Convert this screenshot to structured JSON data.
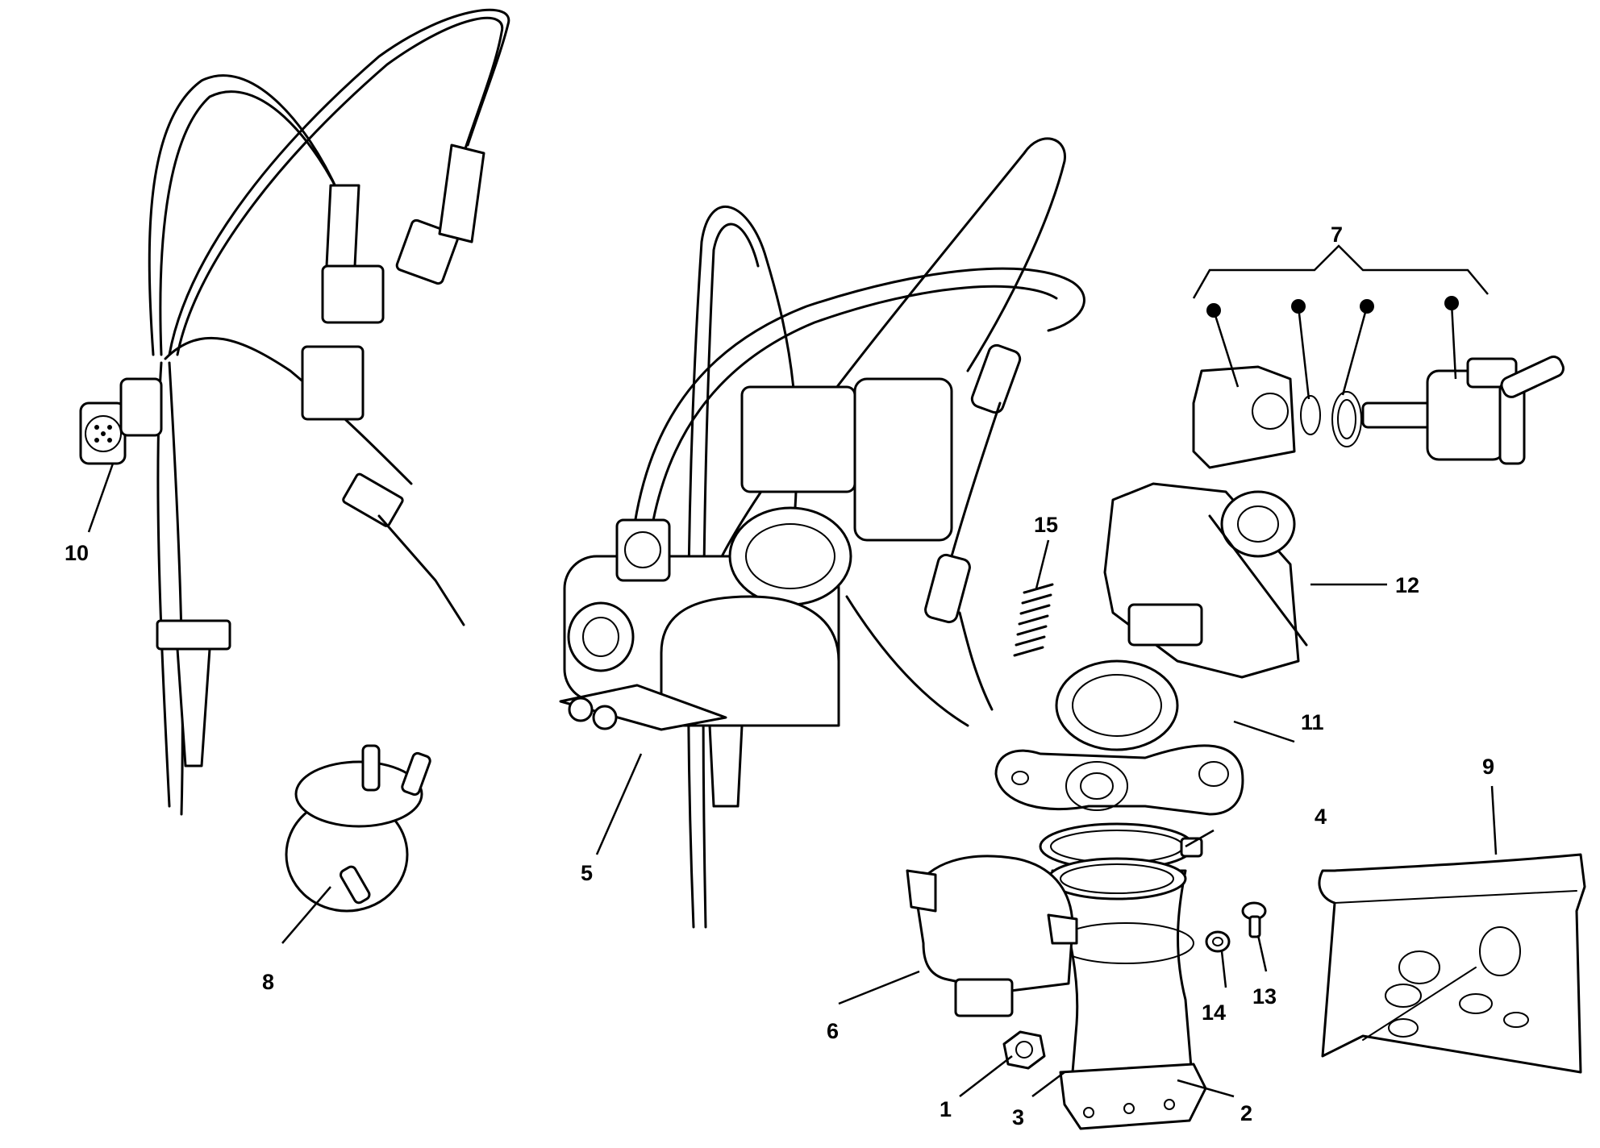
{
  "callouts": [
    {
      "id": "1",
      "label": "1"
    },
    {
      "id": "2",
      "label": "2"
    },
    {
      "id": "3",
      "label": "3"
    },
    {
      "id": "4",
      "label": "4"
    },
    {
      "id": "5",
      "label": "5"
    },
    {
      "id": "6",
      "label": "6"
    },
    {
      "id": "7",
      "label": "7"
    },
    {
      "id": "8",
      "label": "8"
    },
    {
      "id": "9",
      "label": "9"
    },
    {
      "id": "10",
      "label": "10"
    },
    {
      "id": "11",
      "label": "11"
    },
    {
      "id": "12",
      "label": "12"
    },
    {
      "id": "13",
      "label": "13"
    },
    {
      "id": "14",
      "label": "14"
    },
    {
      "id": "15",
      "label": "15"
    }
  ],
  "kit_group": {
    "label": "7",
    "member_count": 4
  }
}
